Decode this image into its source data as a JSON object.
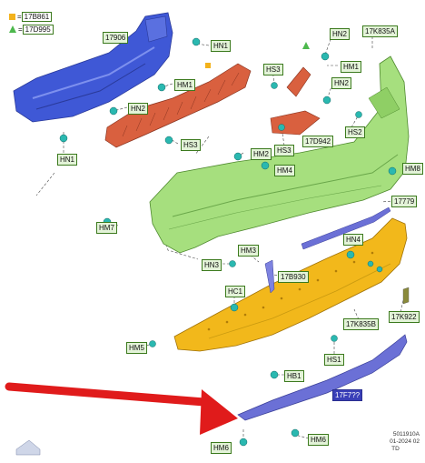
{
  "legend": [
    {
      "symbol": "square",
      "color": "#f3b21c",
      "eq": "=",
      "code": "17B861"
    },
    {
      "symbol": "triangle",
      "color": "#4db84d",
      "eq": "=",
      "code": "17D995"
    }
  ],
  "labels": {
    "l17906": "17906",
    "hn1a": "HN1",
    "hn1b": "HN1",
    "hn2a": "HN2",
    "hn2b": "HN2",
    "hn2c": "HN2",
    "hm1a": "HM1",
    "hm1b": "HM1",
    "hs3a": "HS3",
    "hs3b": "HS3",
    "l17k835a": "17K835A",
    "hs2": "HS2",
    "l17d942": "17D942",
    "hm2": "HM2",
    "hm4": "HM4",
    "hm8": "HM8",
    "hm7": "HM7",
    "l17779": "17779",
    "hm3": "HM3",
    "hn3": "HN3",
    "l17b930": "17B930",
    "hn4": "HN4",
    "hc1": "HC1",
    "l17k835b": "17K835B",
    "l17k922": "17K922",
    "hm5": "HM5",
    "hs1": "HS1",
    "hb1": "HB1",
    "l17f7xx": "17F7??",
    "hm6a": "HM6",
    "hm6b": "HM6"
  },
  "footer": {
    "code": "5011910A",
    "date": "01-2024 02",
    "initials": "TD"
  },
  "colors": {
    "blue_part": "#3f58d6",
    "red_part": "#d9603f",
    "green_part": "#a6df7e",
    "orange_part": "#f2b81b",
    "purple_part": "#6b70d6",
    "clip": "#2ab8b0",
    "arrow": "#e01b1b"
  }
}
